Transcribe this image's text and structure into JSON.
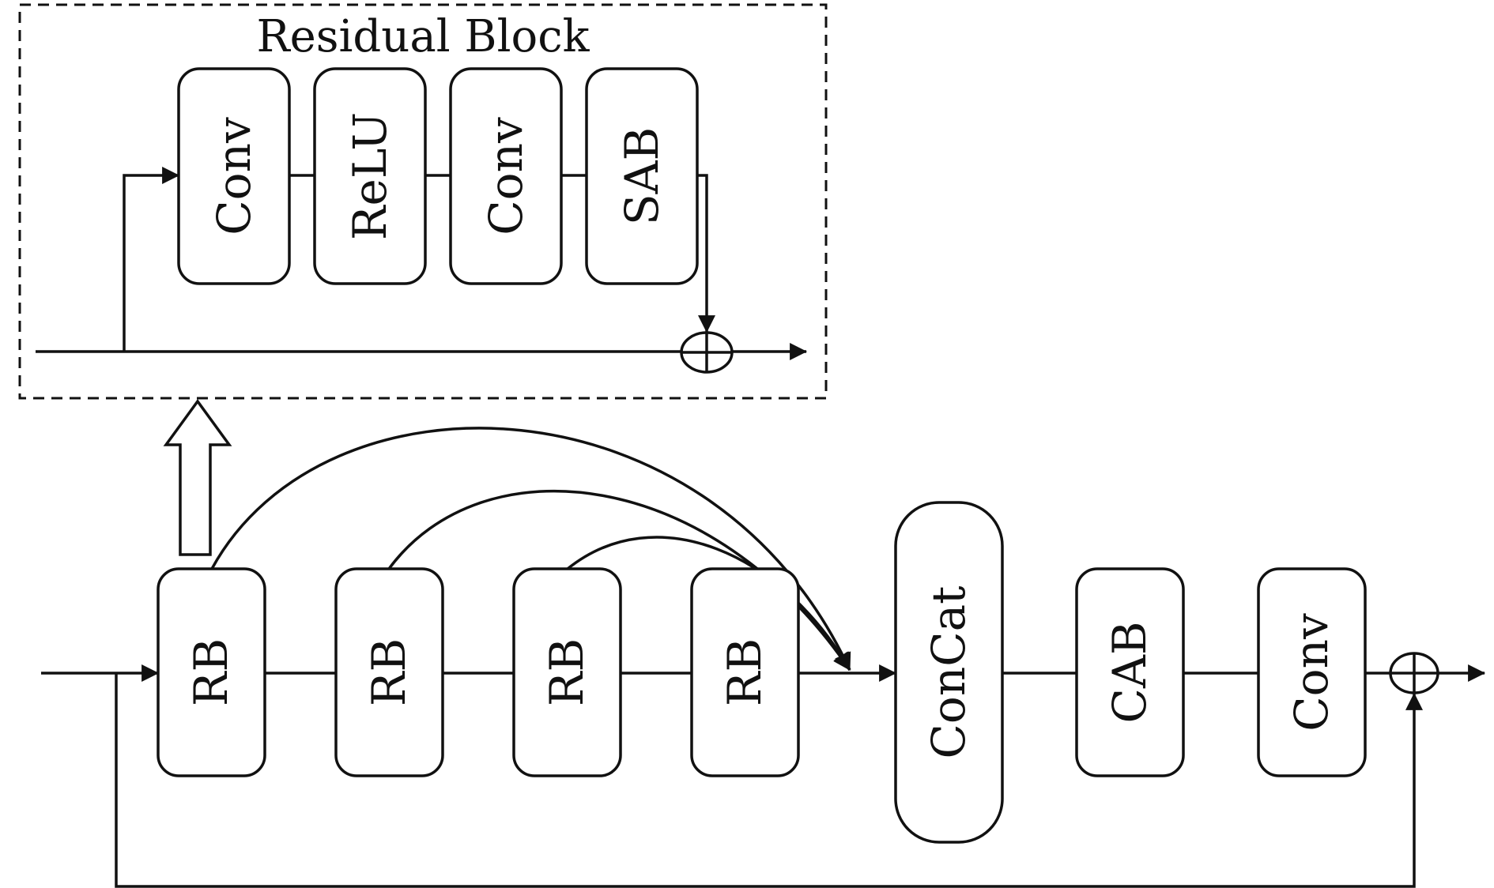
{
  "title": "Residual Block",
  "residual_block": {
    "blocks": [
      "Conv",
      "ReLU",
      "Conv",
      "SAB"
    ]
  },
  "main": {
    "blocks": [
      "RB",
      "RB",
      "RB",
      "RB",
      "ConCat",
      "CAB",
      "Conv"
    ]
  },
  "colors": {
    "line": "#111111",
    "background": "#ffffff"
  }
}
